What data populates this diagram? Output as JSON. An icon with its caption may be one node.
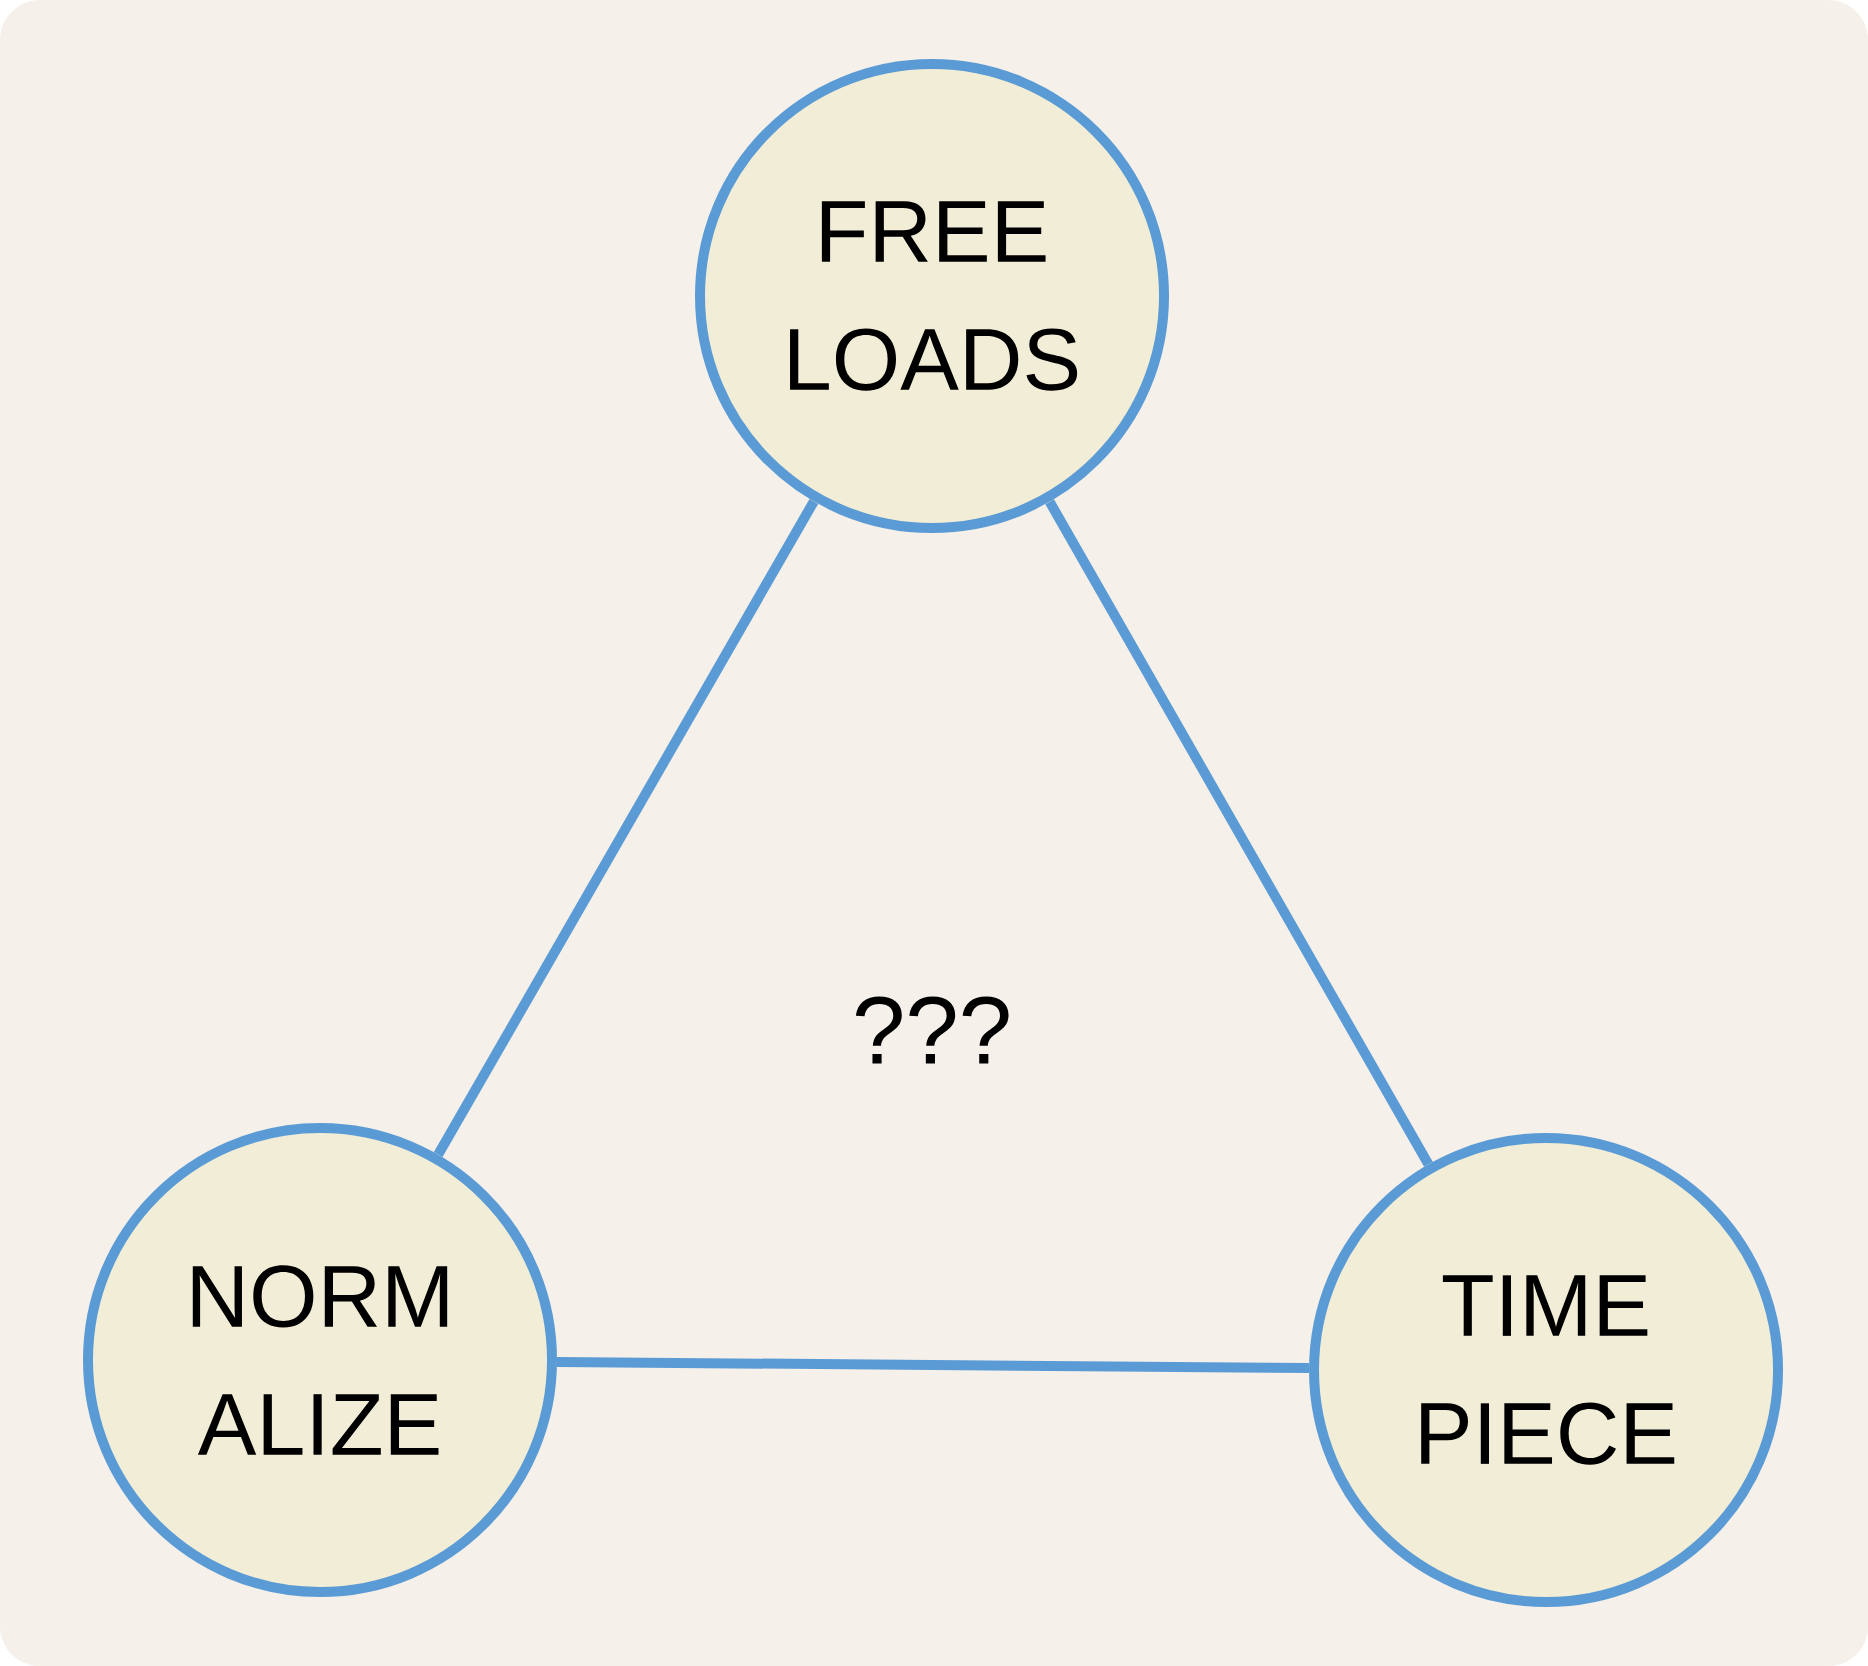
{
  "diagram": {
    "nodes": [
      {
        "text": [
          "FREE LOADS"
        ]
      },
      {
        "text": [
          "NORM ALIZE"
        ]
      },
      {
        "text": [
          "TIME PIECE"
        ]
      }
    ],
    "edges": [
      {
        "from": 0,
        "to": 1,
        "arrow": "none"
      },
      {
        "from": 0,
        "to": 2,
        "arrow": "none"
      },
      {
        "from": 1,
        "to": 2,
        "arrow": "none"
      }
    ],
    "labels": [
      "???"
    ]
  }
}
